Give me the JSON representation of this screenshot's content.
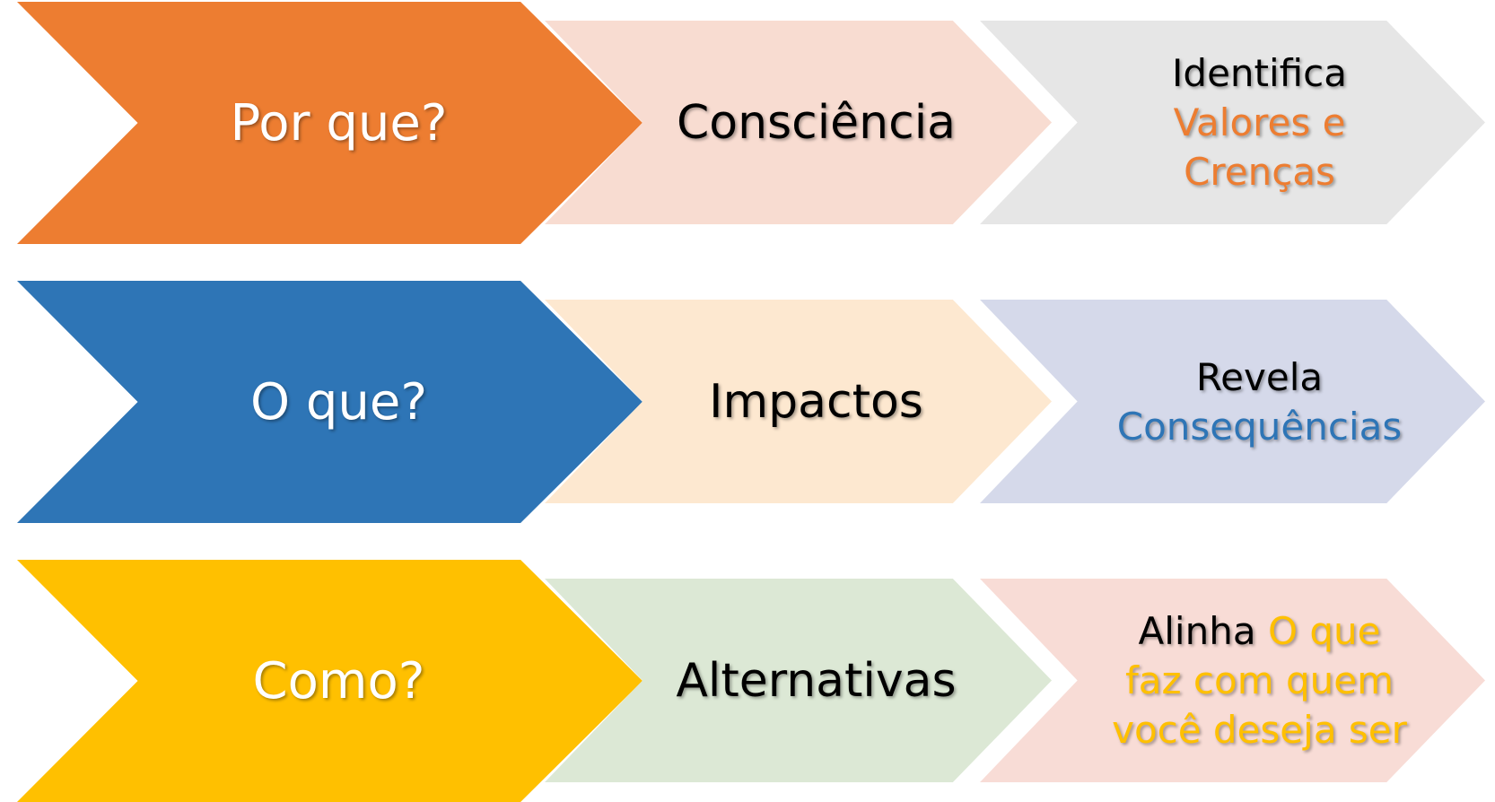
{
  "rows": [
    {
      "question": "Por que?",
      "concept": "Consciência",
      "verb": "Identifica",
      "highlight": "Valores e Crenças",
      "colors": {
        "big": "#ED7D31",
        "mid": "#F8DCD1",
        "small": "#E6E6E6",
        "highlight": "#ED7D31"
      }
    },
    {
      "question": "O que?",
      "concept": "Impactos",
      "verb": "Revela",
      "highlight": "Consequências",
      "colors": {
        "big": "#2E75B6",
        "mid": "#FDE8D0",
        "small": "#D5D9EA",
        "highlight": "#2E75B6"
      }
    },
    {
      "question": "Como?",
      "concept": "Alternativas",
      "verb": "Alinha",
      "highlight": "O que faz com quem você deseja ser",
      "colors": {
        "big": "#FFC000",
        "mid": "#DCE8D5",
        "small": "#F8DCD6",
        "highlight": "#FFC000"
      }
    }
  ]
}
